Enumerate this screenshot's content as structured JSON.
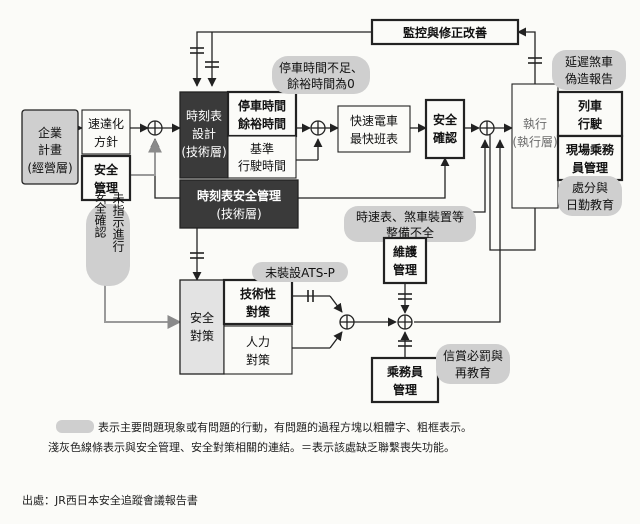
{
  "nodes": {
    "corporate_plan": [
      "企業",
      "計畫",
      "(經營層)"
    ],
    "speed_policy": [
      "速達化",
      "方針"
    ],
    "safety_mgmt": [
      "安全",
      "管理"
    ],
    "not_enforced": [
      "未指示進行",
      "安全確認"
    ],
    "timetable_design": [
      "時刻表",
      "設計",
      "(技術層)"
    ],
    "stop_time": [
      "停車時間",
      "餘裕時間"
    ],
    "base_time": [
      "基準",
      "行駛時間"
    ],
    "stop_time_problem": [
      "停車時間不足、",
      "餘裕時間為0"
    ],
    "tt_safety_mgmt": [
      "時刻表安全管理",
      "(技術層)"
    ],
    "express_tt": [
      "快速電車",
      "最快班表"
    ],
    "safety_check": [
      "安全",
      "確認"
    ],
    "monitor": "監控與修正改善",
    "execution": [
      "執行",
      "(執行層)"
    ],
    "train_run": [
      "列車",
      "行駛"
    ],
    "site_mgmt": [
      "現場乘務",
      "員管理"
    ],
    "delay_report": [
      "延遲煞車",
      "偽造報告"
    ],
    "punish": [
      "處分與",
      "日勤教育"
    ],
    "speedometer_problem": [
      "時速表、煞車裝置等",
      "整備不全"
    ],
    "maintenance": [
      "維護",
      "管理"
    ],
    "safety_measures": [
      "安全",
      "對策"
    ],
    "tech_measures": [
      "技術性",
      "對策"
    ],
    "human_measures": [
      "人力",
      "對策"
    ],
    "ats_missing": "未裝設ATS-P",
    "crew_mgmt": [
      "乘務員",
      "管理"
    ],
    "reward_punish": [
      "信賞必罰與",
      "再教育"
    ]
  },
  "caption": {
    "line1": "表示主要問題現象或有問題的行動，有問題的過程方塊以粗體字、粗框表示。",
    "line2": "淺灰色線條表示與安全管理、安全對策相關的連結。＝表示該處缺乏聯繫喪失功能。"
  },
  "source": "出處：JR西日本安全追蹤會議報告書",
  "colors": {
    "dark_box": "#3a3a3a",
    "problem_fill": "#cfcfcf",
    "light_box": "#e3e3e3",
    "line": "#222222",
    "light_line": "#9a9a9a"
  }
}
